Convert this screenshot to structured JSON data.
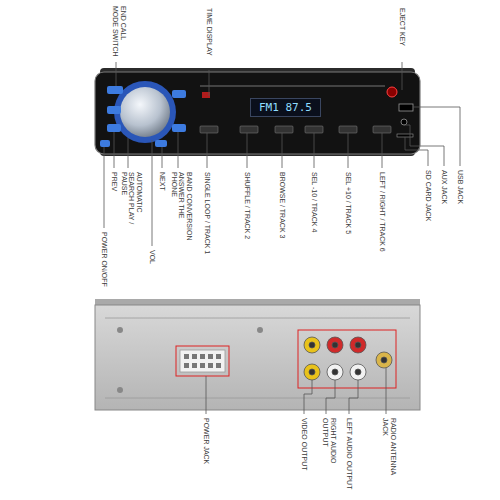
{
  "diagram": {
    "nodes": [
      {
        "text": [
          "FM1 87.5"
        ]
      }
    ],
    "labels": [
      "END CALL MODE SWITCH",
      "TIME DISPLAY",
      "EJECT KEY",
      "POWER ON/OFF",
      "PREV",
      "AUTOMATIC SEARCH PLAY / PAUSE",
      "VOL",
      "NEXT",
      "BAND CONVERSION ANSWER THE PHONE",
      "SINGLE LOOP / TRACK 1",
      "SHUFFLE / TRACK 2",
      "BROWSE / TRACK 3",
      "SEL -10 / TRACK 4",
      "SEL +10 / TRACK 5",
      "LEFT / RIGHT / TRACK 6",
      "SD CARD JACK",
      "AUX JACK",
      "USB JACK",
      "POWER JACK",
      "VIDEO OUTPUT",
      "RIGHT AUDIO OUTPUT",
      "LEFT AUDIO OUTPUT",
      "RADIO ANTENNA JACK"
    ]
  }
}
